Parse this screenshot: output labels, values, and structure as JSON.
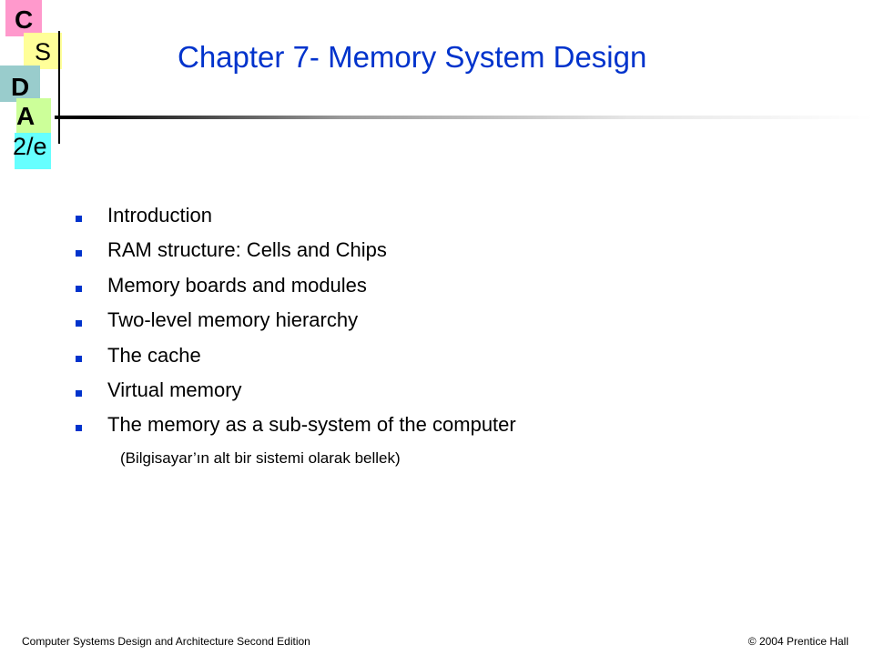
{
  "logo": {
    "letters": [
      "C",
      "S",
      "D",
      "A",
      "2/e"
    ],
    "colors": [
      "#ff99cc",
      "#ffff99",
      "#99cccc",
      "#ccff99",
      "#66ffff"
    ]
  },
  "slide": {
    "title": "Chapter 7- Memory System Design",
    "title_color": "#0033cc",
    "bullet_color": "#0033cc",
    "bullets": [
      "Introduction",
      "RAM structure: Cells and Chips",
      "Memory boards and modules",
      "Two-level memory hierarchy",
      "The cache",
      "Virtual memory",
      "The memory as a sub-system of the computer"
    ],
    "subnote": "(Bilgisayar’ın alt bir sistemi olarak bellek)"
  },
  "footer": {
    "left": "Computer Systems Design and Architecture Second Edition",
    "right": "© 2004 Prentice Hall"
  }
}
